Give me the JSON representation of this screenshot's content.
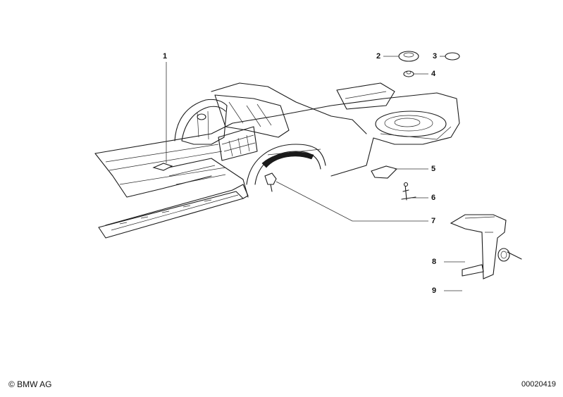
{
  "diagram": {
    "part_labels": [
      {
        "id": "1",
        "text": "1"
      },
      {
        "id": "2",
        "text": "2"
      },
      {
        "id": "3",
        "text": "3"
      },
      {
        "id": "4",
        "text": "4"
      },
      {
        "id": "5",
        "text": "5"
      },
      {
        "id": "6",
        "text": "6"
      },
      {
        "id": "7",
        "text": "7"
      },
      {
        "id": "8",
        "text": "8"
      },
      {
        "id": "9",
        "text": "9"
      }
    ]
  },
  "footer": {
    "copyright": "© BMW AG",
    "diagram_number": "00020419"
  }
}
